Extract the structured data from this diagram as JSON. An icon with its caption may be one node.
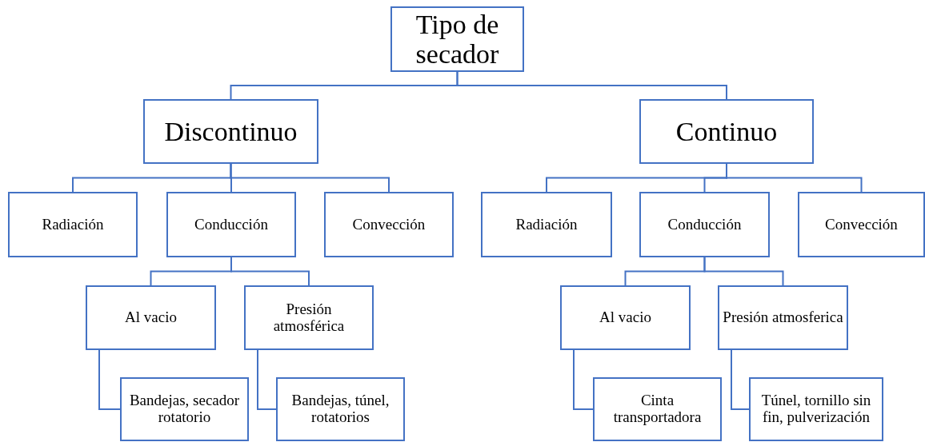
{
  "diagram": {
    "nodes": [
      {
        "text": [
          "Tipo de secador"
        ]
      },
      {
        "text": [
          "Discontinuo"
        ]
      },
      {
        "text": [
          "Continuo"
        ]
      },
      {
        "text": [
          "Radiación"
        ]
      },
      {
        "text": [
          "Conducción"
        ]
      },
      {
        "text": [
          "Convección"
        ]
      },
      {
        "text": [
          "Radiación"
        ]
      },
      {
        "text": [
          "Conducción"
        ]
      },
      {
        "text": [
          "Convección"
        ]
      },
      {
        "text": [
          "Al vacio"
        ]
      },
      {
        "text": [
          "Presión atmosférica"
        ]
      },
      {
        "text": [
          "Bandejas, secador rotatorio"
        ]
      },
      {
        "text": [
          "Bandejas, túnel, rotatorios"
        ]
      },
      {
        "text": [
          "Al vacio"
        ]
      },
      {
        "text": [
          "Presión atmosferica"
        ]
      },
      {
        "text": [
          "Cinta transportadora"
        ]
      },
      {
        "text": [
          "Túnel, tornillo sin fin, pulverización"
        ]
      }
    ],
    "edges": [
      {
        "from": 0,
        "to": 1,
        "arrow": "none"
      },
      {
        "from": 0,
        "to": 2,
        "arrow": "none"
      },
      {
        "from": 1,
        "to": 3,
        "arrow": "none"
      },
      {
        "from": 1,
        "to": 4,
        "arrow": "none"
      },
      {
        "from": 1,
        "to": 5,
        "arrow": "none"
      },
      {
        "from": 2,
        "to": 6,
        "arrow": "none"
      },
      {
        "from": 2,
        "to": 7,
        "arrow": "none"
      },
      {
        "from": 2,
        "to": 8,
        "arrow": "none"
      },
      {
        "from": 4,
        "to": 9,
        "arrow": "none"
      },
      {
        "from": 4,
        "to": 10,
        "arrow": "none"
      },
      {
        "from": 7,
        "to": 13,
        "arrow": "none"
      },
      {
        "from": 7,
        "to": 14,
        "arrow": "none"
      },
      {
        "from": 9,
        "to": 11,
        "arrow": "none"
      },
      {
        "from": 10,
        "to": 12,
        "arrow": "none"
      },
      {
        "from": 13,
        "to": 15,
        "arrow": "none"
      },
      {
        "from": 14,
        "to": 16,
        "arrow": "none"
      }
    ]
  }
}
